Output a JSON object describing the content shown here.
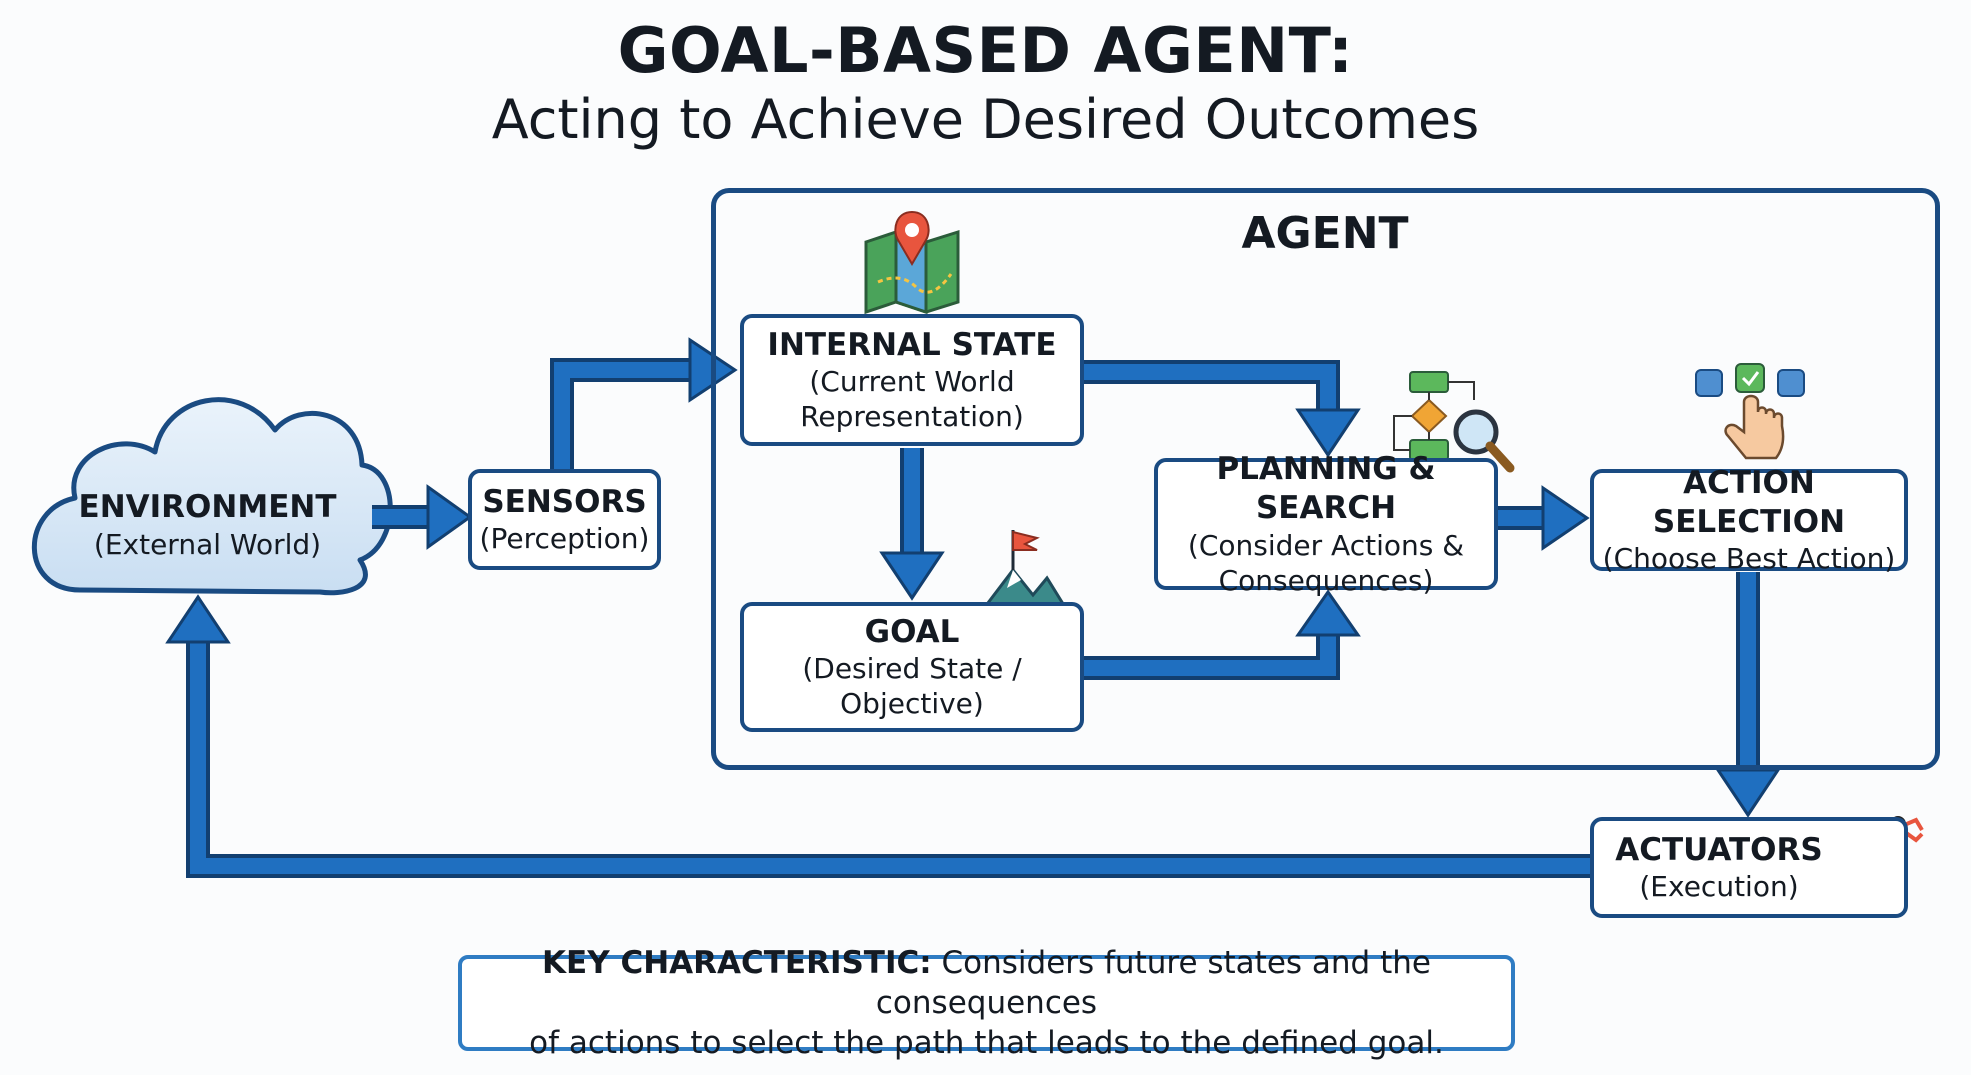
{
  "title": "GOAL-BASED AGENT:",
  "subtitle": "Acting to Achieve Desired Outcomes",
  "agent_label": "AGENT",
  "environment": {
    "heading": "ENVIRONMENT",
    "sub": "(External World)"
  },
  "sensors": {
    "heading": "SENSORS",
    "sub": "(Perception)"
  },
  "internal_state": {
    "heading": "INTERNAL STATE",
    "sub1": "(Current World",
    "sub2": "Representation)"
  },
  "goal": {
    "heading": "GOAL",
    "sub1": "(Desired State /",
    "sub2": "Objective)"
  },
  "planning": {
    "heading": "PLANNING & SEARCH",
    "sub1": "(Consider Actions &",
    "sub2": "Consequences)"
  },
  "action_selection": {
    "heading": "ACTION SELECTION",
    "sub": "(Choose Best Action)"
  },
  "actuators": {
    "heading": "ACTUATORS",
    "sub": "(Execution)"
  },
  "key": {
    "label": "KEY CHARACTERISTIC:",
    "line1": "Considers future states and the consequences",
    "line2": "of actions to select the path that leads to the defined goal."
  },
  "colors": {
    "frame": "#1a4b82",
    "arrow": "#1f6fc0",
    "arrow_outline": "#123f70",
    "cloud": "#dceaf7",
    "key_border": "#2f7cc3"
  },
  "icons": [
    "map-pin-icon",
    "mountain-flag-icon",
    "flowchart-search-icon",
    "hand-select-icon",
    "robot-arm-icon"
  ]
}
